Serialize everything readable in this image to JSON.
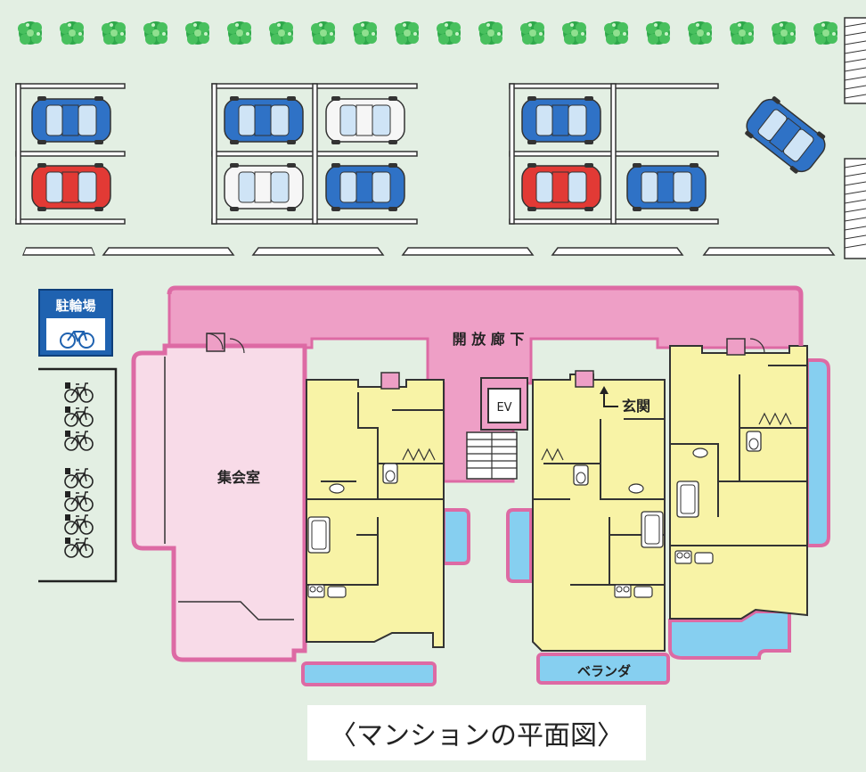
{
  "labels": {
    "corridor": "開 放 廊 下",
    "elevator": "EV",
    "entrance": "玄関",
    "meeting_room": "集会室",
    "veranda": "ベランダ",
    "bike_sign": "駐輪場"
  },
  "caption": "〈マンションの平面図〉",
  "icons": [
    "tree-icon",
    "car-icon",
    "bicycle-icon",
    "stairs-icon",
    "door-icon",
    "bathtub-icon",
    "stove-icon",
    "toilet-icon"
  ],
  "colors": {
    "background": "#e3efe3",
    "corridor": "#ee9fc6",
    "wall": "#dd6aa4",
    "meeting_room": "#f8dbe8",
    "unit": "#f8f3a6",
    "veranda": "#86cff0",
    "tree": "#2ea84a",
    "car_blue": "#2f72c6",
    "car_red": "#e23a35",
    "car_white": "#f6f6f6",
    "sign": "#1f62b0"
  },
  "parking": {
    "cars": [
      {
        "color": "blue"
      },
      {
        "color": "red"
      },
      {
        "color": "blue"
      },
      {
        "color": "white"
      },
      {
        "color": "white"
      },
      {
        "color": "blue"
      },
      {
        "color": "blue"
      },
      {
        "color": "red"
      },
      {
        "color": "blue"
      },
      {
        "color": "blue"
      }
    ]
  }
}
